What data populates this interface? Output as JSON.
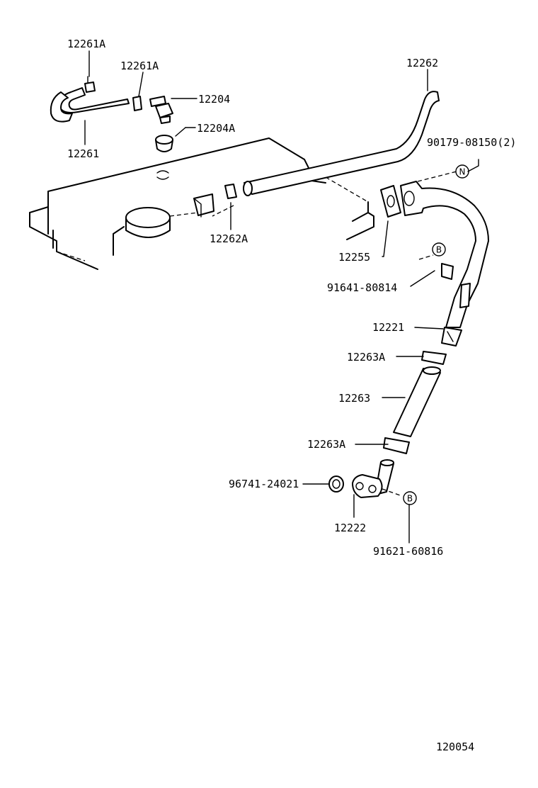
{
  "part_labels": {
    "p12261A_top": "12261A",
    "p12261A_2": "12261A",
    "p12204": "12204",
    "p12204A": "12204A",
    "p12261": "12261",
    "p12262": "12262",
    "p90179": "90179-08150(2)",
    "pN": "N",
    "p12262A": "12262A",
    "p12255": "12255",
    "pB1": "B",
    "p91641": "91641-80814",
    "p12221": "12221",
    "p12263A_1": "12263A",
    "p12263": "12263",
    "p12263A_2": "12263A",
    "p96741": "96741-24021",
    "p12222": "12222",
    "pB2": "B",
    "p91621": "91621-60816"
  },
  "figure_id": "120054"
}
